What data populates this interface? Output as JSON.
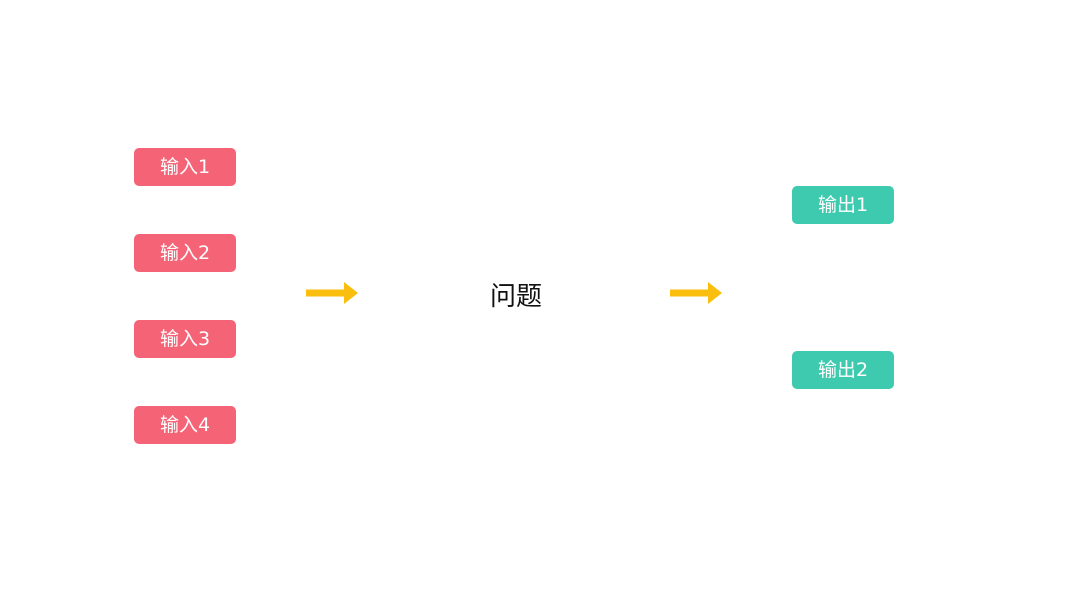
{
  "colors": {
    "input_fill": "#F56476",
    "output_fill": "#3ECAAF",
    "arrow": "#F9BE0E",
    "text_dark": "#111111",
    "text_light": "#FFFFFF"
  },
  "inputs": [
    {
      "label": "输入1"
    },
    {
      "label": "输入2"
    },
    {
      "label": "输入3"
    },
    {
      "label": "输入4"
    }
  ],
  "center": {
    "label": "问题"
  },
  "outputs": [
    {
      "label": "输出1"
    },
    {
      "label": "输出2"
    }
  ]
}
